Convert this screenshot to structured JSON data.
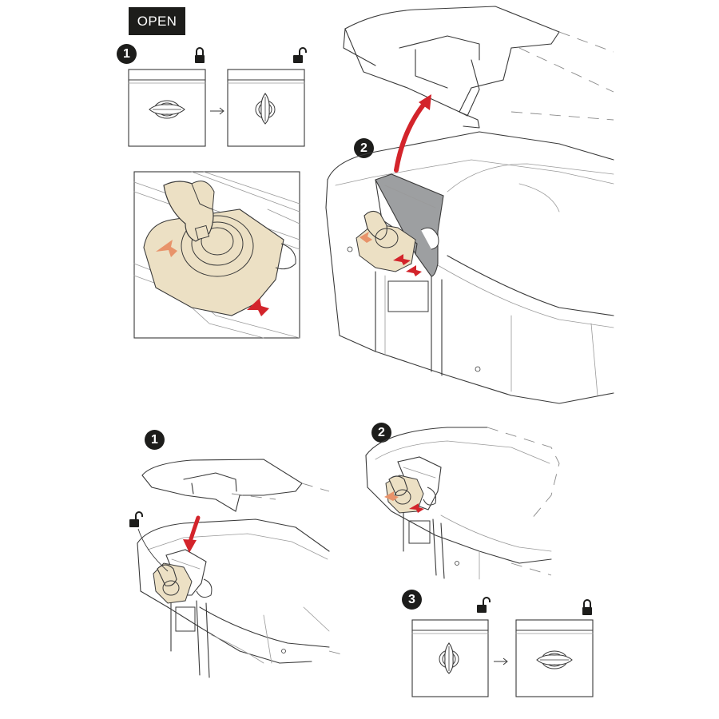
{
  "header": {
    "open_label": "OPEN"
  },
  "steps": {
    "top_1": "1",
    "top_2": "2",
    "bottom_1": "1",
    "bottom_2": "2",
    "bottom_3": "3"
  },
  "icons": {
    "locked": "padlock-locked-icon",
    "unlocked": "padlock-unlocked-icon",
    "arrow": "right-arrow-icon"
  },
  "colors": {
    "label_bg": "#1d1d1b",
    "lock_beige": "#ece0c4",
    "arrow_red": "#d3242b",
    "arrow_orange": "#e8936a",
    "latch_grey": "#9d9fa1"
  }
}
